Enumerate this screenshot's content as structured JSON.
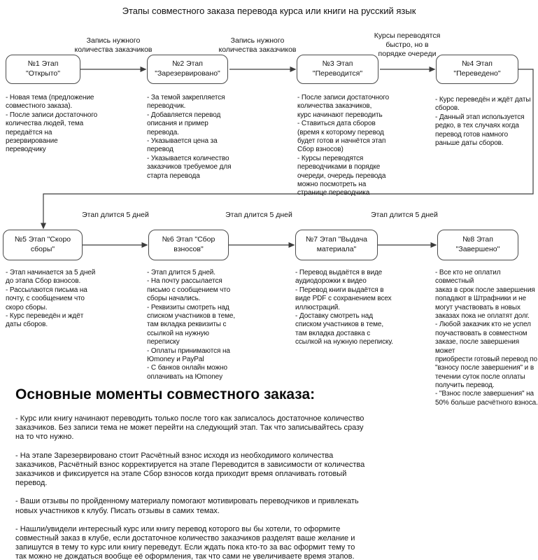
{
  "title": "Этапы совместного заказа перевода курса или книги на русский язык",
  "stages": [
    {
      "label": "№1 Этап \"Открыто\"",
      "desc": "- Новая тема (предложение\nсовместного заказа).\n- После записи достаточного\nколичества людей, тема\nпередаётся на\nрезервирование\nпереводчику"
    },
    {
      "label": "№2 Этап \"Зарезервировано\"",
      "desc": "- За темой закрепляется\nпереводчик.\n- Добавляется перевод\nописания и пример\nперевода.\n- Указывается цена за\nперевод\n- Указывается количество\nзаказчиков требуемое для\nстарта перевода"
    },
    {
      "label": "№3 Этап \"Переводится\"",
      "desc": "- После записи достаточного\nколичества заказчиков,\nкурс начинают переводить\n- Ставиться дата сборов\n(время к которому перевод\nбудет готов и начнётся этап\nСбор взносов)\n- Курсы переводятся\nпереводчиками в порядке\nочереди, очередь перевода\nможно посмотреть на\nстранице переводчика"
    },
    {
      "label": "№4 Этап \"Переведено\"",
      "desc": "- Курс переведён и ждёт даты\nсборов.\n- Данный этап используется\nредко, в тех случаях когда\nперевод готов намного\nраньше даты сборов."
    },
    {
      "label": "№5 Этап \"Скоро сборы\"",
      "desc": "- Этап начинается за 5 дней\nдо этапа Сбор взносов.\n- Рассылаются письма на\nпочту, с сообщением что\nскоро сборы.\n- Курс переведён и ждёт\nдаты сборов."
    },
    {
      "label": "№6 Этап \"Сбор взносов\"",
      "desc": "- Этап длится 5 дней.\n- На почту рассылается\nписьмо с сообщением что\nсборы начались.\n- Реквизиты смотреть над\nсписком участников в теме,\nтам вкладка реквизиты с\nссылкой на нужную\nпереписку\n- Оплаты принимаются на\nЮmoney и PayPal\n- С банков онлайн можно\nоплачивать на Юmoney"
    },
    {
      "label": "№7 Этап \"Выдача материала\"",
      "desc": "- Перевод выдаётся в виде\nаудиодорожки к видео\n- Перевод книги выдаётся в\nвиде PDF с сохранением всех\nиллюстраций.\n- Доставку смотреть над\nсписком участников в теме,\nтам вкладка доставка с\nссылкой на нужную переписку."
    },
    {
      "label": "№8 Этап \"Завершено\"",
      "desc": "- Все кто не оплатил совместный\nзаказ в срок после завершения\nпопадают в Штрафники и не\nмогут участвовать в новых\nзаказах пока не оплатят долг.\n- Любой заказчик кто не успел\nпоучаствовать в совместном\nзаказе, после завершения может\nприобрести готовый перевод по\n\"взносу после завершения\" и в\nтечении суток после оплаты\nполучить перевод.\n- \"Взнос после завершения\" на\n50% больше расчётного взноса."
    }
  ],
  "arrows": {
    "row1": [
      "Запись нужного\nколичества заказчиков",
      "Запись нужного\nколичества заказчиков",
      "Курсы переводятся\nбыстро, но в\nпорядке очереди"
    ],
    "row2": [
      "Этап длится 5 дней",
      "Этап длится 5 дней",
      "Этап длится 5 дней"
    ]
  },
  "summary": {
    "heading": "Основные моменты совместного заказа:",
    "paragraphs": [
      "- Курс или книгу начинают переводить только после того как записалось достаточное количество заказчиков. Без записи тема не может перейти на следующий этап. Так что записывайтесь сразу на то что нужно.",
      "- На этапе Зарезервировано стоит Расчётный взнос исходя из необходимого количества заказчиков, Расчётный взнос корректируется на этапе Переводится в зависимости от количества заказчиков и фиксируется на этапе Сбор взносов когда приходит время оплачивать готовый перевод.",
      "- Ваши отзывы по пройденному материалу помогают мотивировать переводчиков и привлекать новых участников к клубу. Писать отзывы в самих темах.",
      "- Нашли/увидели интересный курс или книгу перевод которого вы бы хотели, то оформите совместный заказ в клубе, если достаточное количество заказчиков разделят ваше желание и запишутся в тему то курс или книгу переведут. Если ждать пока кто-то за вас оформит тему то так можно не дождаться вообще её оформления, так что сами не увеличиваете время этапов."
    ]
  },
  "colors": {
    "background": "#ffffff",
    "text": "#141414",
    "box_border": "#4b4b4b",
    "line": "#3c3c3c"
  }
}
